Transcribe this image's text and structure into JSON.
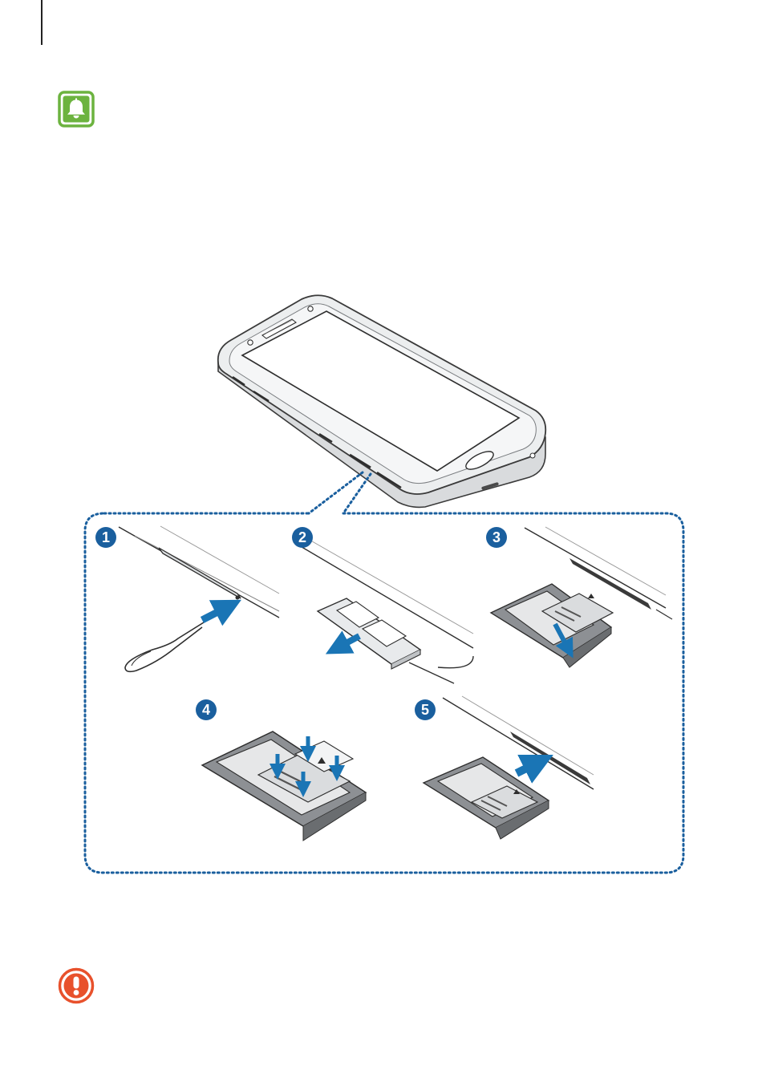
{
  "icons": {
    "note": "bell-icon",
    "caution": "exclamation-icon",
    "note_color": "#6cb33f",
    "caution_color": "#e8512c"
  },
  "illustration": {
    "arrow_color": "#1a75b5",
    "steps": [
      {
        "number": "1"
      },
      {
        "number": "2"
      },
      {
        "number": "3"
      },
      {
        "number": "4"
      },
      {
        "number": "5"
      }
    ]
  }
}
